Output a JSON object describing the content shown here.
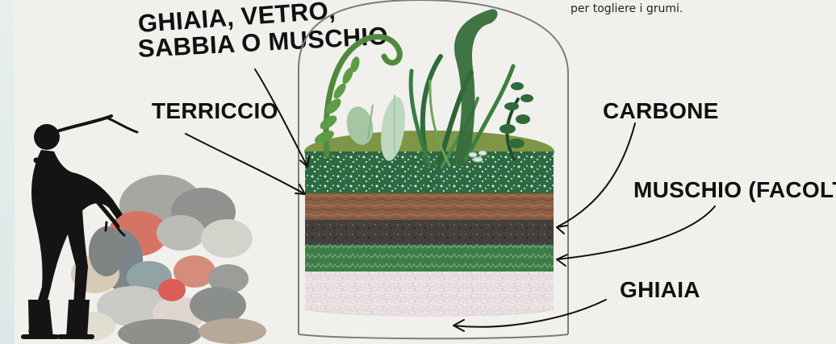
{
  "hint_text": "per togliere i grumi.",
  "labels": {
    "top_line1": "GHIAIA, VETRO,",
    "top_line2": "SABBIA O MUSCHIO",
    "terriccio": "TERRICCIO",
    "carbone": "CARBONE",
    "muschio": "MUSCHIO (FACOLTATIVO)",
    "ghiaia": "GHIAIA"
  },
  "colors": {
    "background": "#f1f0ed",
    "glass": "#7f7a74",
    "soil_top": "#7f9646",
    "gravel_top": "#2d6a42",
    "terriccio": "#8a5f45",
    "carbone": "#433f3d",
    "moss": "#3f7a4b",
    "ghiaia": "#efe6e7",
    "person": "#141414"
  }
}
